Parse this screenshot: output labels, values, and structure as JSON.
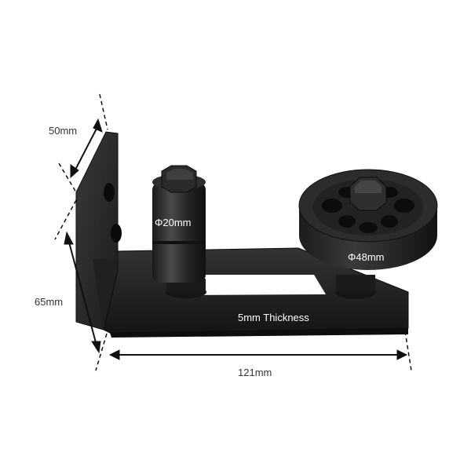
{
  "dimensions": {
    "depth": "50mm",
    "height": "65mm",
    "length": "121mm",
    "roller_small": "Φ20mm",
    "roller_large": "Φ48mm",
    "thickness": "5mm Thickness"
  },
  "colors": {
    "metal_dark": "#1a1a1a",
    "metal_mid": "#2b2b2b",
    "metal_light": "#3d3d3d",
    "dimension_line": "#111111",
    "label_text": "#333333",
    "engraved_text": "#ffffff"
  }
}
